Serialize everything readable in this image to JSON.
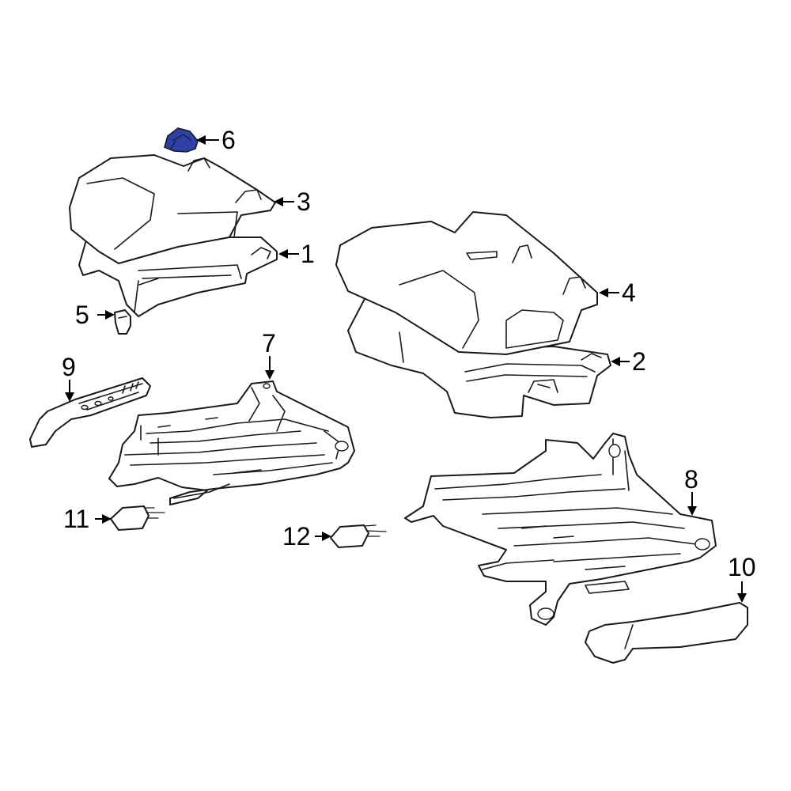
{
  "diagram": {
    "highlight_color": "#2f3fa8",
    "line_color": "#1a1a1a",
    "callouts": [
      {
        "id": "1",
        "label": "1"
      },
      {
        "id": "2",
        "label": "2"
      },
      {
        "id": "3",
        "label": "3"
      },
      {
        "id": "4",
        "label": "4"
      },
      {
        "id": "5",
        "label": "5"
      },
      {
        "id": "6",
        "label": "6"
      },
      {
        "id": "7",
        "label": "7"
      },
      {
        "id": "8",
        "label": "8"
      },
      {
        "id": "9",
        "label": "9"
      },
      {
        "id": "10",
        "label": "10"
      },
      {
        "id": "11",
        "label": "11"
      },
      {
        "id": "12",
        "label": "12"
      }
    ]
  }
}
